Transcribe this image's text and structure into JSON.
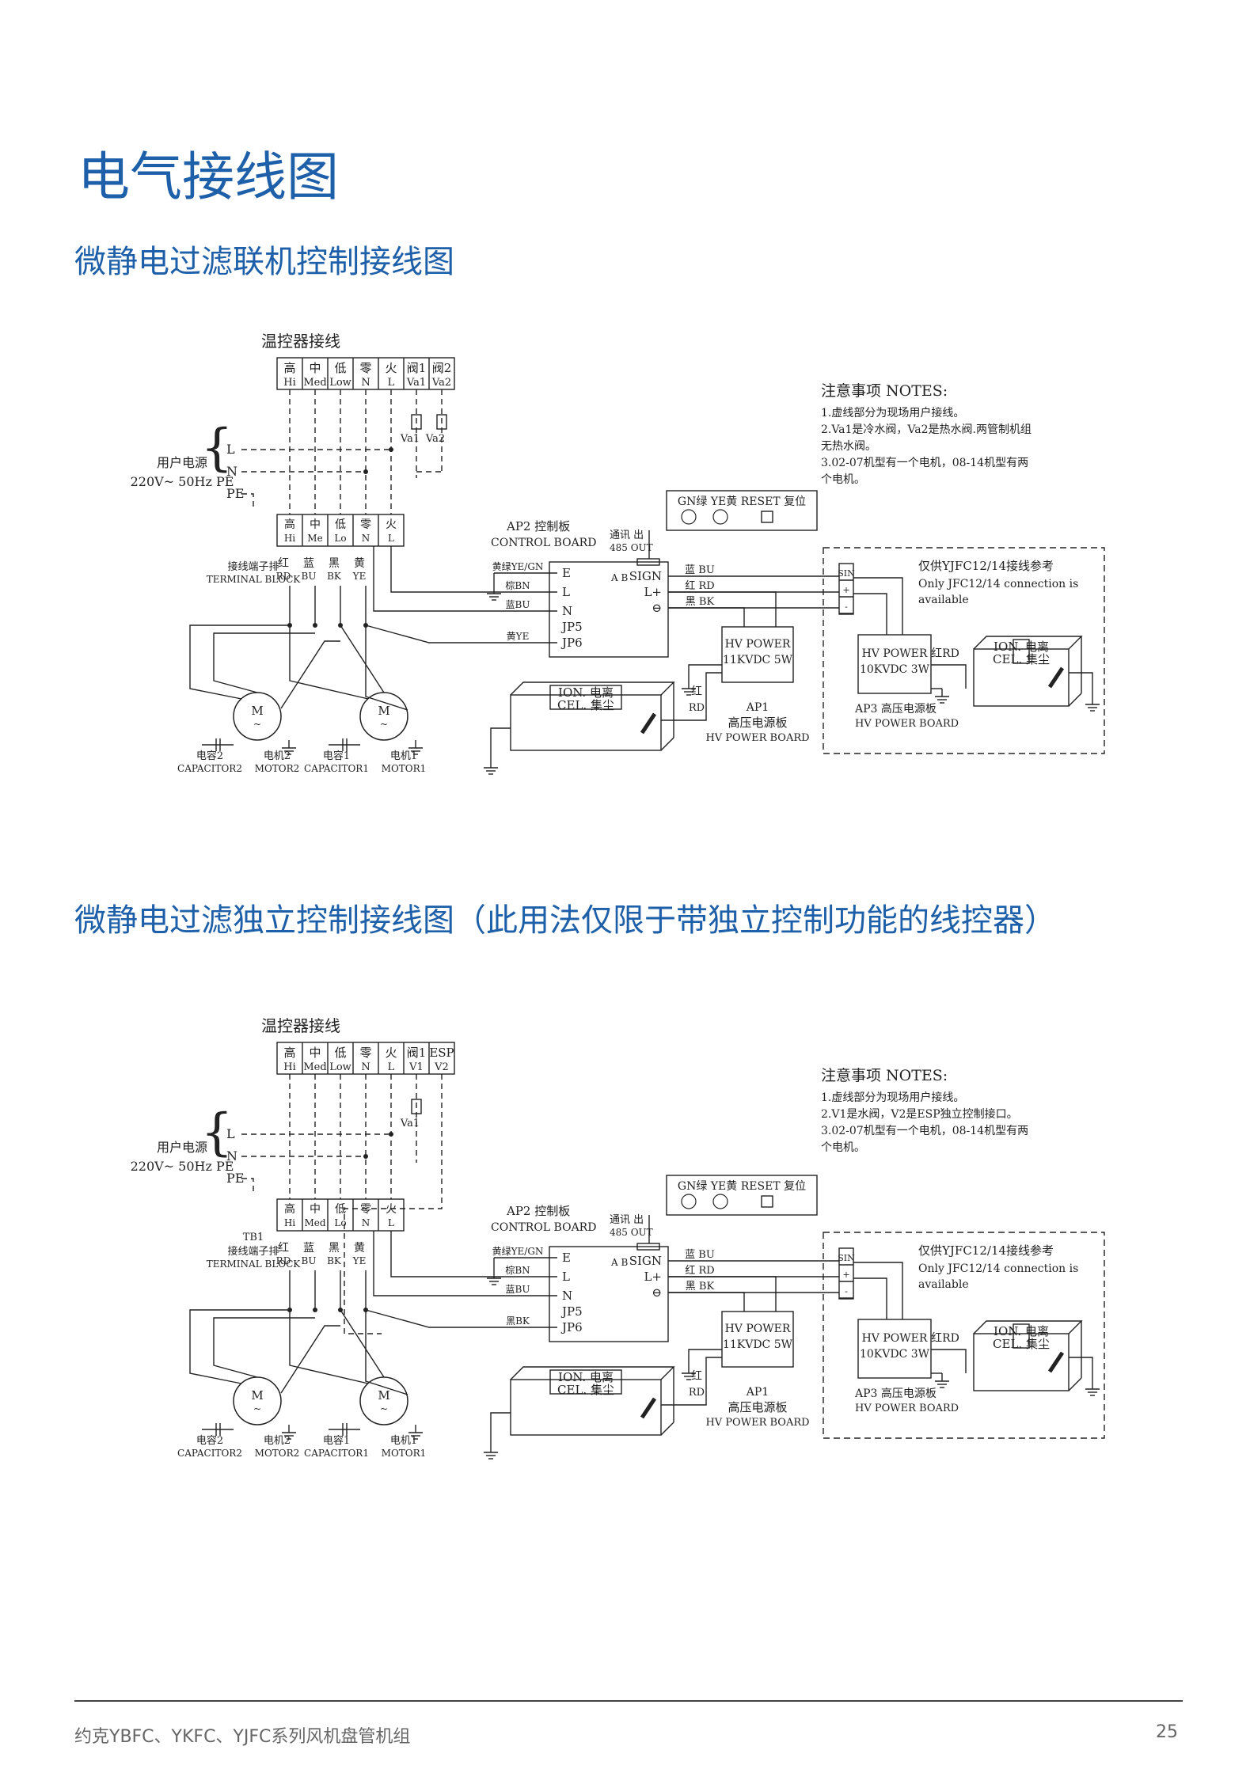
{
  "page": {
    "title": "电气接线图",
    "footer": "约克YBFC、YKFC、YJFC系列风机盘管机组",
    "page_number": "25"
  },
  "sections": [
    {
      "title": "微静电过滤联机控制接线图",
      "diagram": {
        "thermostat_title": "温控器接线",
        "thermostat_cells": [
          {
            "cn": "高",
            "en": "Hi"
          },
          {
            "cn": "中",
            "en": "Med"
          },
          {
            "cn": "低",
            "en": "Low"
          },
          {
            "cn": "零",
            "en": "N"
          },
          {
            "cn": "火",
            "en": "L"
          },
          {
            "cn": "阀1",
            "en": "Va1"
          },
          {
            "cn": "阀2",
            "en": "Va2"
          }
        ],
        "valve_labels": [
          "Va1",
          "Va2"
        ],
        "power": {
          "title": "用户电源",
          "spec": "220V~ 50Hz PE",
          "lines": [
            "L",
            "N",
            "PE"
          ]
        },
        "terminal": {
          "tag": "",
          "name_cn": "接线端子排",
          "name_en": "TERMINAL BLOCK",
          "cells": [
            {
              "cn": "高",
              "en": "Hi"
            },
            {
              "cn": "中",
              "en": "Me"
            },
            {
              "cn": "低",
              "en": "Lo"
            },
            {
              "cn": "零",
              "en": "N"
            },
            {
              "cn": "火",
              "en": "L"
            }
          ],
          "wire_colors": [
            {
              "cn": "红",
              "en": "RD"
            },
            {
              "cn": "蓝",
              "en": "BU"
            },
            {
              "cn": "黑",
              "en": "BK"
            },
            {
              "cn": "黄",
              "en": "YE"
            }
          ]
        },
        "control_board": {
          "title_cn": "AP2 控制板",
          "title_en": "CONTROL BOARD",
          "comm_cn": "通讯 出",
          "comm_en": "485 OUT",
          "ab": "A  B",
          "left_terminals": [
            "E",
            "L",
            "N",
            "JP5",
            "JP6"
          ],
          "left_wires": [
            "黄绿YE/GN",
            "棕BN",
            "蓝BU",
            "",
            "黄YE"
          ],
          "right_terminals": [
            "SIGN",
            "L+",
            "⊖"
          ],
          "right_wires": [
            "蓝 BU",
            "红 RD",
            "黑 BK"
          ]
        },
        "indicator_panel": {
          "label": "GN绿 YE黄 RESET 复位"
        },
        "hv1": {
          "line1": "HV POWER",
          "line2": "11KVDC 5W",
          "tag": "AP1",
          "name_cn": "高压电源板",
          "name_en": "HV POWER BOARD"
        },
        "ion1": {
          "line1": "ION. 电离",
          "line2": "CEL. 集尘",
          "wire": "红 RD"
        },
        "optional": {
          "title_cn": "仅供YJFC12/14接线参考",
          "title_en_1": "Only JFC12/14 connection is",
          "title_en_2": "available",
          "terminals": [
            "SIN",
            "+",
            "-"
          ],
          "hv_line1": "HV POWER",
          "hv_line2": "10KVDC 3W",
          "hv_tag": "AP3 高压电源板",
          "hv_name_en": "HV POWER BOARD",
          "wire": "红RD",
          "ion_line1": "ION. 电离",
          "ion_line2": "CEL. 集尘"
        },
        "motors": [
          {
            "cap_cn": "电容2",
            "cap_en": "CAPACITOR2",
            "motor_cn": "电机2",
            "motor_en": "MOTOR2"
          },
          {
            "cap_cn": "电容1",
            "cap_en": "CAPACITOR1",
            "motor_cn": "电机1",
            "motor_en": "MOTOR1"
          }
        ],
        "notes": {
          "title": "注意事项 NOTES:",
          "items": [
            "1.虚线部分为现场用户接线。",
            "2.Va1是冷水阀，Va2是热水阀.两管制机组",
            "无热水阀。",
            "3.02-07机型有一个电机，08-14机型有两",
            "个电机。"
          ]
        }
      }
    },
    {
      "title": "微静电过滤独立控制接线图（此用法仅限于带独立控制功能的线控器）",
      "diagram": {
        "thermostat_title": "温控器接线",
        "thermostat_cells": [
          {
            "cn": "高",
            "en": "Hi"
          },
          {
            "cn": "中",
            "en": "Med"
          },
          {
            "cn": "低",
            "en": "Low"
          },
          {
            "cn": "零",
            "en": "N"
          },
          {
            "cn": "火",
            "en": "L"
          },
          {
            "cn": "阀1",
            "en": "V1"
          },
          {
            "cn": "ESP",
            "en": "V2"
          }
        ],
        "valve_labels": [
          "Va1"
        ],
        "power": {
          "title": "用户电源",
          "spec": "220V~ 50Hz PE",
          "lines": [
            "L",
            "N",
            "PE"
          ]
        },
        "terminal": {
          "tag": "TB1",
          "name_cn": "接线端子排",
          "name_en": "TERMINAL BLOCK",
          "cells": [
            {
              "cn": "高",
              "en": "Hi"
            },
            {
              "cn": "中",
              "en": "Med"
            },
            {
              "cn": "低",
              "en": "Lo"
            },
            {
              "cn": "零",
              "en": "N"
            },
            {
              "cn": "火",
              "en": "L"
            }
          ],
          "wire_colors": [
            {
              "cn": "红",
              "en": "RD"
            },
            {
              "cn": "蓝",
              "en": "BU"
            },
            {
              "cn": "黑",
              "en": "BK"
            },
            {
              "cn": "黄",
              "en": "YE"
            }
          ]
        },
        "control_board": {
          "title_cn": "AP2 控制板",
          "title_en": "CONTROL BOARD",
          "comm_cn": "通讯 出",
          "comm_en": "485 OUT",
          "ab": "A  B",
          "left_terminals": [
            "E",
            "L",
            "N",
            "JP5",
            "JP6"
          ],
          "left_wires": [
            "黄绿YE/GN",
            "棕BN",
            "蓝BU",
            "",
            "黑BK"
          ],
          "right_terminals": [
            "SIGN",
            "L+",
            "⊖"
          ],
          "right_wires": [
            "蓝 BU",
            "红 RD",
            "黑 BK"
          ]
        },
        "indicator_panel": {
          "label": "GN绿 YE黄 RESET 复位"
        },
        "hv1": {
          "line1": "HV POWER",
          "line2": "11KVDC 5W",
          "tag": "AP1",
          "name_cn": "高压电源板",
          "name_en": "HV POWER BOARD"
        },
        "ion1": {
          "line1": "ION. 电离",
          "line2": "CEL. 集尘",
          "wire": "红 RD"
        },
        "optional": {
          "title_cn": "仅供YJFC12/14接线参考",
          "title_en_1": "Only JFC12/14 connection is",
          "title_en_2": "available",
          "terminals": [
            "SIN",
            "+",
            "-"
          ],
          "hv_line1": "HV POWER",
          "hv_line2": "10KVDC 3W",
          "hv_tag": "AP3 高压电源板",
          "hv_name_en": "HV POWER BOARD",
          "wire": "红RD",
          "ion_line1": "ION. 电离",
          "ion_line2": "CEL. 集尘"
        },
        "motors": [
          {
            "cap_cn": "电容2",
            "cap_en": "CAPACITOR2",
            "motor_cn": "电机2",
            "motor_en": "MOTOR2"
          },
          {
            "cap_cn": "电容1",
            "cap_en": "CAPACITOR1",
            "motor_cn": "电机1",
            "motor_en": "MOTOR1"
          }
        ],
        "notes": {
          "title": "注意事项 NOTES:",
          "items": [
            "1.虚线部分为现场用户接线。",
            "2.V1是水阀，V2是ESP独立控制接口。",
            "3.02-07机型有一个电机，08-14机型有两",
            "个电机。"
          ]
        }
      }
    }
  ]
}
